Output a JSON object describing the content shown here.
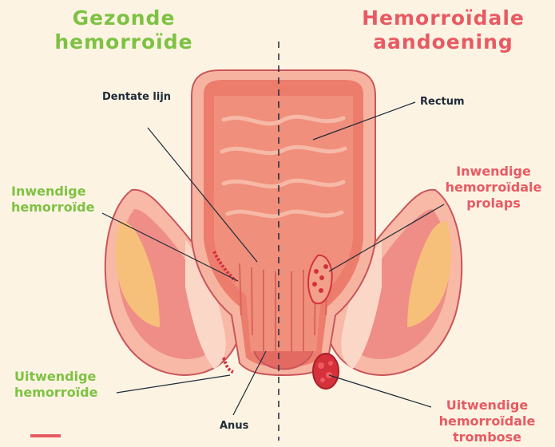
{
  "titles": {
    "left_line1": "Gezonde",
    "left_line2": "hemorroïde",
    "right_line1": "Hemorroïdale",
    "right_line2": "aandoening"
  },
  "labels": {
    "dentate_line": "Dentate lijn",
    "rectum": "Rectum",
    "internal_healthy_1": "Inwendige",
    "internal_healthy_2": "hemorroïde",
    "internal_prolapse_1": "Inwendige",
    "internal_prolapse_2": "hemorroïdale",
    "internal_prolapse_3": "prolaps",
    "external_healthy_1": "Uitwendige",
    "external_healthy_2": "hemorroïde",
    "external_thrombosis_1": "Uitwendige",
    "external_thrombosis_2": "hemorroïdale",
    "external_thrombosis_3": "trombose",
    "anus": "Anus"
  },
  "colors": {
    "healthy_accent": "#7dc242",
    "disease_accent": "#e85a62",
    "label_dark": "#1e2a38",
    "background": "#fdf3e3"
  }
}
